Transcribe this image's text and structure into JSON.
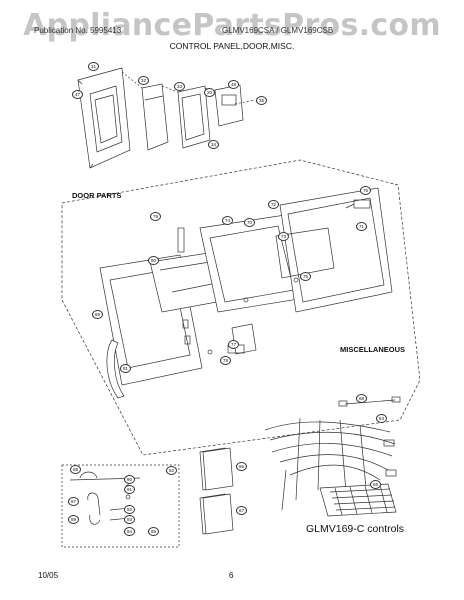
{
  "watermark": "AppliancePartsPros.com",
  "header": {
    "left_text": "Publication No. 5995413",
    "right_text": "GLMV169CSA / GLMV169CSB",
    "subtitle": "CONTROL PANEL,DOOR,MISC."
  },
  "sections": {
    "door_parts": "DOOR PARTS",
    "miscellaneous": "MISCELLANEOUS"
  },
  "model_caption": "GLMV169-C controls",
  "footer": {
    "date": "10/05",
    "page": "6"
  },
  "callouts": {
    "panel_31": "31",
    "panel_47": "47",
    "panel_32": "32",
    "panel_33": "33",
    "panel_20": "20",
    "panel_35": "35",
    "panel_34": "34",
    "panel_48": "48",
    "door_79": "79",
    "door_72": "72",
    "door_71": "71",
    "door_70": "70",
    "door_74": "74",
    "door_73": "73",
    "door_75": "75",
    "door_76": "76",
    "door_69": "69",
    "door_80": "80",
    "door_77": "77",
    "door_78": "78",
    "door_81": "81",
    "misc_66": "66",
    "misc_67": "67",
    "misc_68": "68",
    "misc_63": "63",
    "misc_65": "65",
    "misc_62": "62",
    "misc_90": "90",
    "misc_91": "91",
    "misc_92": "92",
    "misc_93": "93",
    "misc_88": "88",
    "misc_87": "87",
    "misc_89": "89",
    "misc_84": "84",
    "misc_85": "85"
  }
}
